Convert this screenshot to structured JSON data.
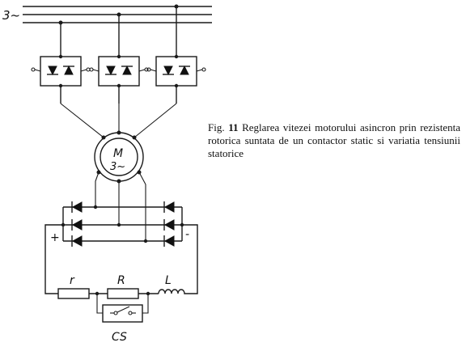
{
  "supply": {
    "label": "3~"
  },
  "motor": {
    "letter": "M",
    "phase": "3~"
  },
  "components": {
    "resistor_small": "r",
    "resistor_large": "R",
    "inductor": "L",
    "static_contactor": "CS",
    "plus": "+",
    "minus": "-"
  },
  "caption": {
    "fig_prefix": "Fig.",
    "fig_number": "11",
    "text": "Reglarea vitezei motorului asincron prin rezistenta rotorica suntata de un contactor static si variatia tensiunii statorice"
  }
}
